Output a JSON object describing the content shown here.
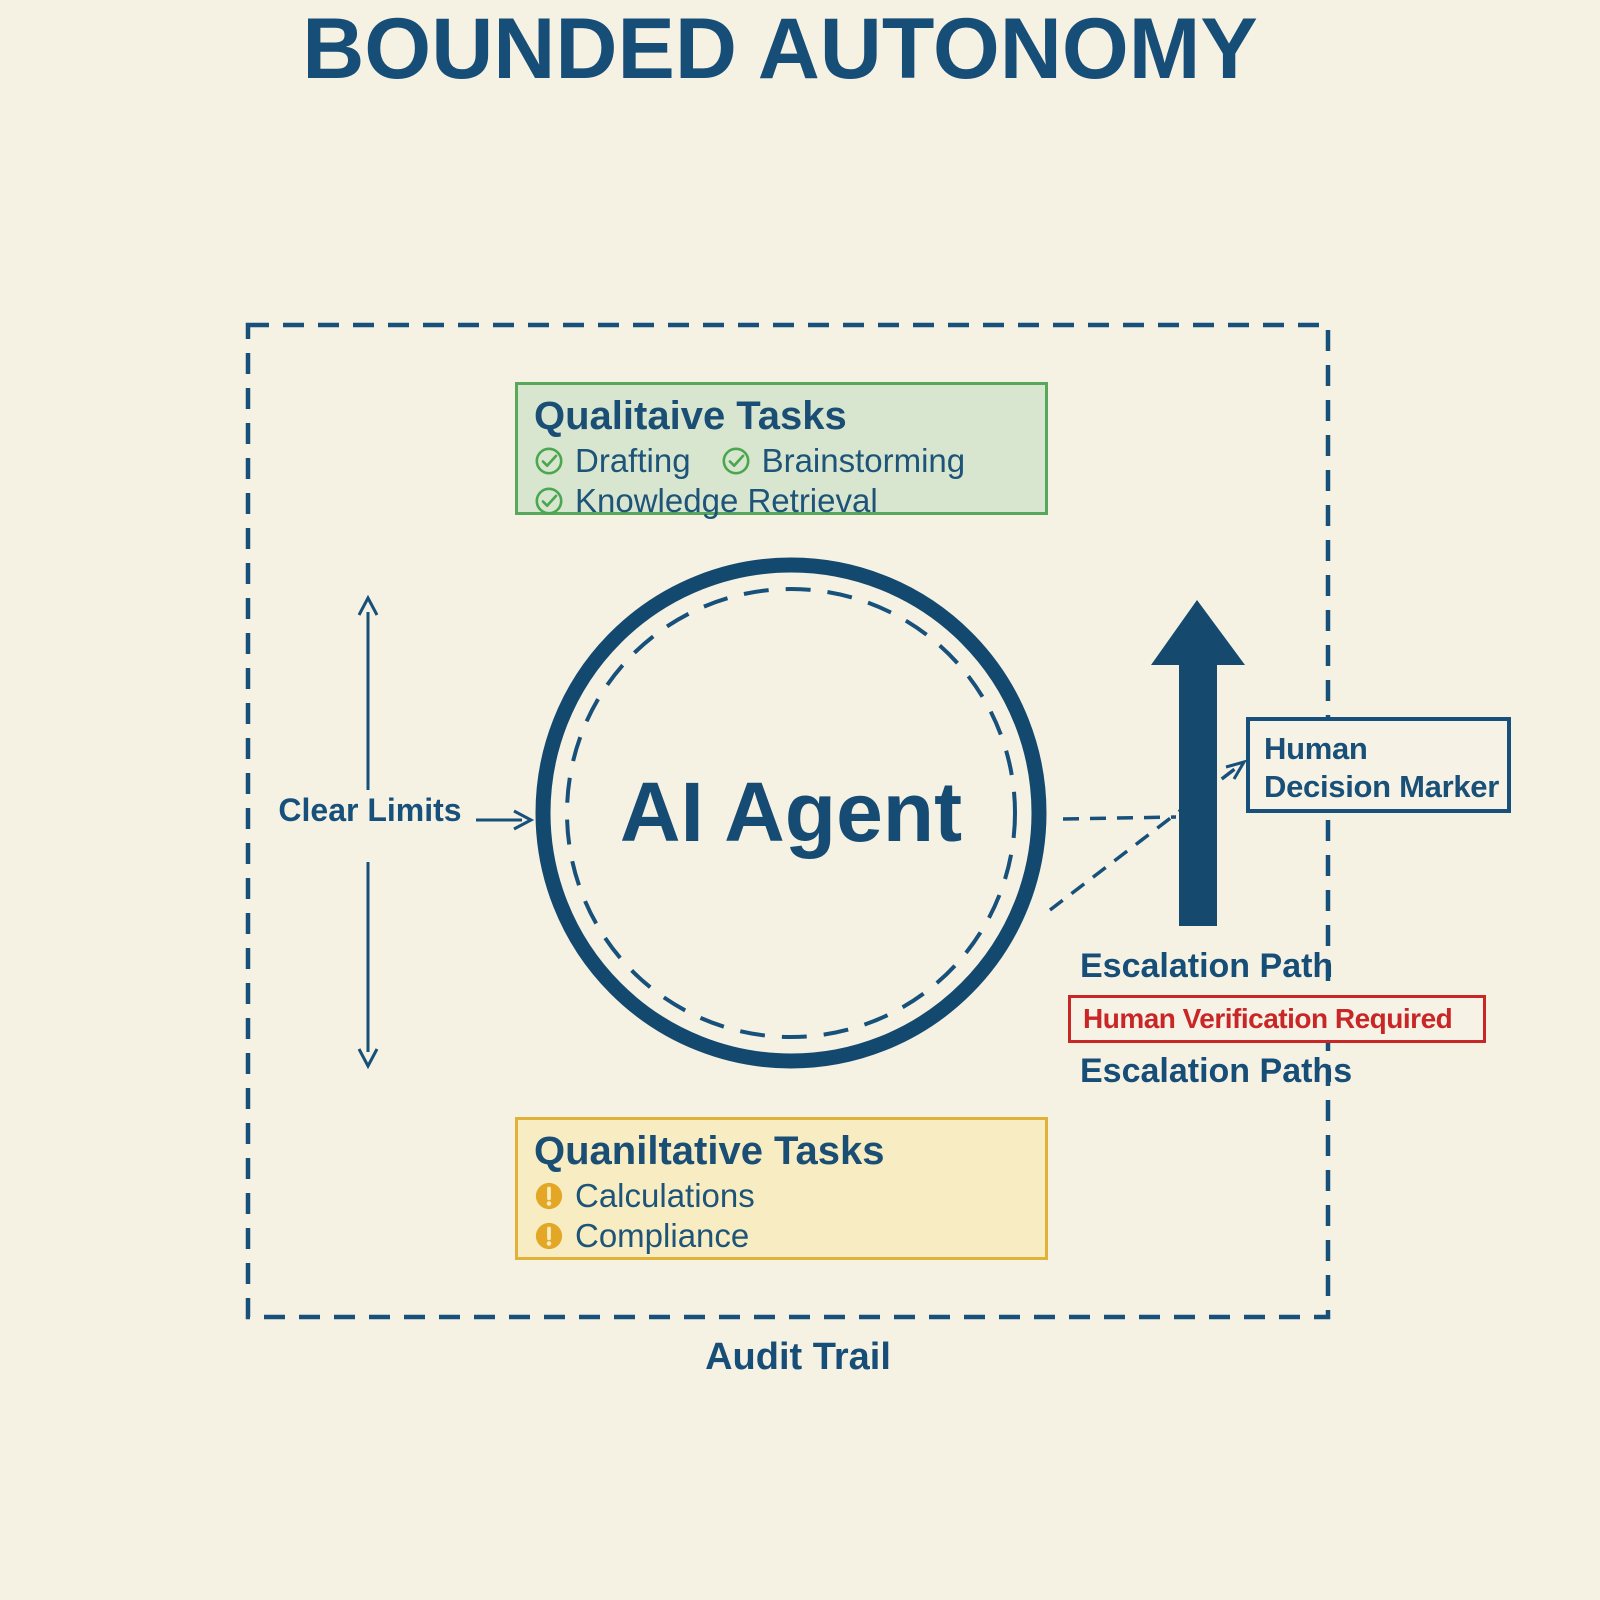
{
  "title": "BOUNDED AUTONOMY",
  "boundary": {
    "audit_label": "Audit Trail"
  },
  "qualitative_box": {
    "title": "Qualitaive Tasks",
    "items": [
      "Drafting",
      "Brainstorming",
      "Knowledge Retrieval"
    ]
  },
  "agent": {
    "label": "AI Agent"
  },
  "limits": {
    "label": "Clear Limits"
  },
  "decision_box": {
    "line1": "Human",
    "line2": "Decision Marker"
  },
  "escalation": {
    "path_label": "Escalation Path",
    "verification_label": "Human Verification Required",
    "paths_label": "Escalation Paths"
  },
  "quantitative_box": {
    "title": "Quaniltative Tasks",
    "items": [
      "Calculations",
      "Compliance"
    ]
  },
  "colors": {
    "ink": "#17507a",
    "ink_dark": "#15496e",
    "title_blue": "#174e77",
    "text_blue": "#1d5478",
    "green_bg": "#d8e6d0",
    "green_border": "#57a75c",
    "check_green": "#4aa64f",
    "yellow_bg": "#f8ecc3",
    "yellow_border": "#e2b138",
    "warning": "#e3a725",
    "red": "#c92727",
    "background": "#f5f1e3"
  }
}
